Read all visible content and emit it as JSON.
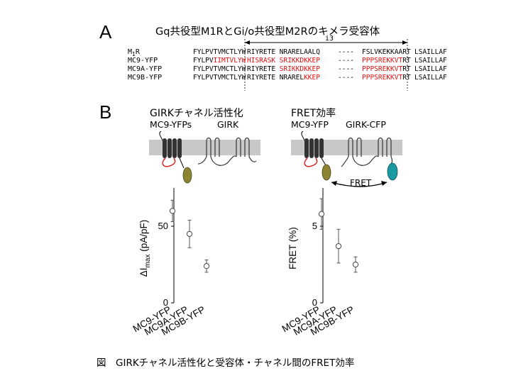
{
  "panel_a": {
    "letter": "A",
    "title": "Gq共役型M1RとGi/o共役型M2Rのキメラ受容体",
    "i3_label": "i3",
    "rows": [
      {
        "name_main": "M",
        "name_sub": "1",
        "name_tail": "R",
        "seg1a": "FYLPVTVMCTLYW",
        "seg1b": "",
        "sep1": " ",
        "seg2a": "RIYRETE NRARELAALQ",
        "seg2b": "",
        "gap": "----",
        "seg3a": "",
        "seg3b": "FSLVKEKKAART",
        "seg4": "LSAILLAF"
      },
      {
        "name_main": "MC9-YFP",
        "name_sub": "",
        "name_tail": "",
        "seg1a": "FYLPV",
        "seg1b": "IIMTVLYW",
        "sep1": " ",
        "seg2a": "",
        "seg2b": "HISRASK SRIKKDKKEP",
        "gap": "----",
        "seg3a": "PPPSREKKVT",
        "seg3b": "RT",
        "seg4": "LSAILLAF"
      },
      {
        "name_main": "MC9A-YFP",
        "name_sub": "",
        "name_tail": "",
        "seg1a": "FYLPVTVMCTLYW",
        "seg1b": "",
        "sep1": " ",
        "seg2a": "RIYRETE ",
        "seg2b": "SRIKKDKKEP",
        "gap": "----",
        "seg3a": "PPPSREKKVT",
        "seg3b": "RT",
        "seg4": "LSAILLAF"
      },
      {
        "name_main": "MC9B-YFP",
        "name_sub": "",
        "name_tail": "",
        "seg1a": "FYLPVTVMCTLYW",
        "seg1b": "",
        "sep1": " ",
        "seg2a": "RIYRETE NRAREL",
        "seg2b": "KKEP",
        "gap": "----",
        "seg3a": "PPPSREKKVT",
        "seg3b": "RT",
        "seg4": "LSAILLAF"
      }
    ]
  },
  "panel_b": {
    "letter": "B",
    "left_title": "GIRKチャネル活性化",
    "left_sub1": "MC9-YFPs",
    "left_sub2": "GIRK",
    "right_title": "FRET効率",
    "right_sub1": "MC9-YFP",
    "right_sub2": "GIRK-CFP",
    "fret_arrow_label": "FRET"
  },
  "caption": "図　GIRKチャネル活性化と受容体・チャネル間のFRET効率",
  "chart_data": [
    {
      "type": "scatter",
      "ylabel_prefix": "ΔI",
      "ylabel_sub": "max",
      "ylabel_suffix": " (pA/pF)",
      "ylim": [
        0,
        75
      ],
      "yticks": [
        "0",
        "50"
      ],
      "ytick_values": [
        0,
        50
      ],
      "categories": [
        "MC9-YFP",
        "MC9A-YFP",
        "MC9B-YFP"
      ],
      "values": [
        60,
        45,
        24
      ],
      "errors": [
        7,
        9,
        4
      ]
    },
    {
      "type": "scatter",
      "ylabel_prefix": "FRET (%)",
      "ylabel_sub": "",
      "ylabel_suffix": "",
      "ylim": [
        0,
        7.5
      ],
      "yticks": [
        "0",
        "5"
      ],
      "ytick_values": [
        0,
        5
      ],
      "categories": [
        "MC9-YFP",
        "MC9A-YFP",
        "MC9B-YFP"
      ],
      "values": [
        5.8,
        3.7,
        2.5
      ],
      "errors": [
        1.0,
        1.1,
        0.5
      ]
    }
  ]
}
